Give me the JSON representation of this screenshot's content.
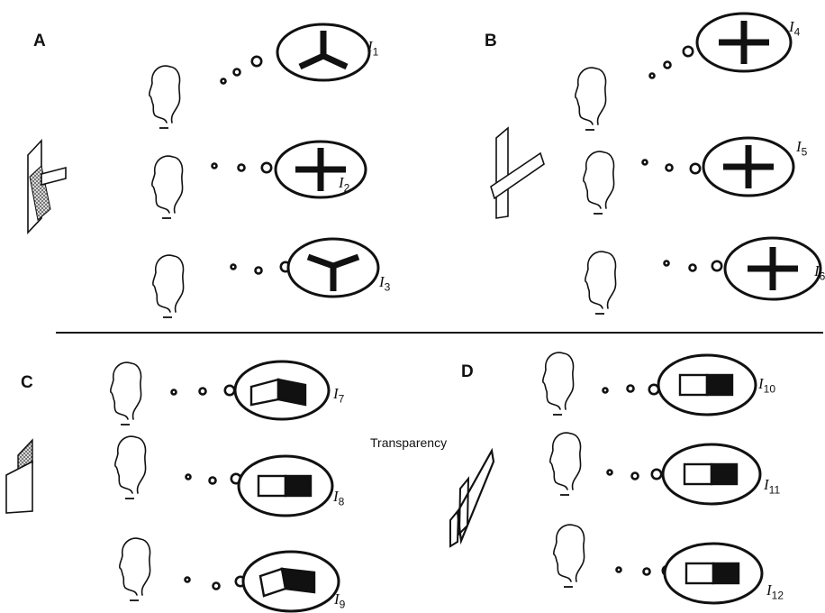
{
  "panels": [
    {
      "id": "A",
      "label": "A"
    },
    {
      "id": "B",
      "label": "B"
    },
    {
      "id": "C",
      "label": "C"
    },
    {
      "id": "D",
      "label": "D"
    }
  ],
  "observers": [
    {
      "panel": "A",
      "letter": "I",
      "index": "1",
      "percept": "y-junction"
    },
    {
      "panel": "A",
      "letter": "I",
      "index": "2",
      "percept": "cross"
    },
    {
      "panel": "A",
      "letter": "I",
      "index": "3",
      "percept": "arrow-junction"
    },
    {
      "panel": "B",
      "letter": "I",
      "index": "4",
      "percept": "cross"
    },
    {
      "panel": "B",
      "letter": "I",
      "index": "5",
      "percept": "cross"
    },
    {
      "panel": "B",
      "letter": "I",
      "index": "6",
      "percept": "cross"
    },
    {
      "panel": "C",
      "letter": "I",
      "index": "7",
      "percept": "bent-rectangle-up"
    },
    {
      "panel": "C",
      "letter": "I",
      "index": "8",
      "percept": "flat-rectangle"
    },
    {
      "panel": "C",
      "letter": "I",
      "index": "9",
      "percept": "bent-rectangle-down"
    },
    {
      "panel": "D",
      "letter": "I",
      "index": "10",
      "percept": "flat-rectangle"
    },
    {
      "panel": "D",
      "letter": "I",
      "index": "11",
      "percept": "flat-rectangle"
    },
    {
      "panel": "D",
      "letter": "I",
      "index": "12",
      "percept": "flat-rectangle"
    }
  ],
  "caption_transparency": "Transparency",
  "icons": [
    "head-outline-icon",
    "thought-bubble-icon",
    "percept-ellipse-icon",
    "object-drawing-icon"
  ],
  "colors": {
    "ink": "#111111",
    "background": "#ffffff",
    "shade": "#9a9a9a"
  }
}
